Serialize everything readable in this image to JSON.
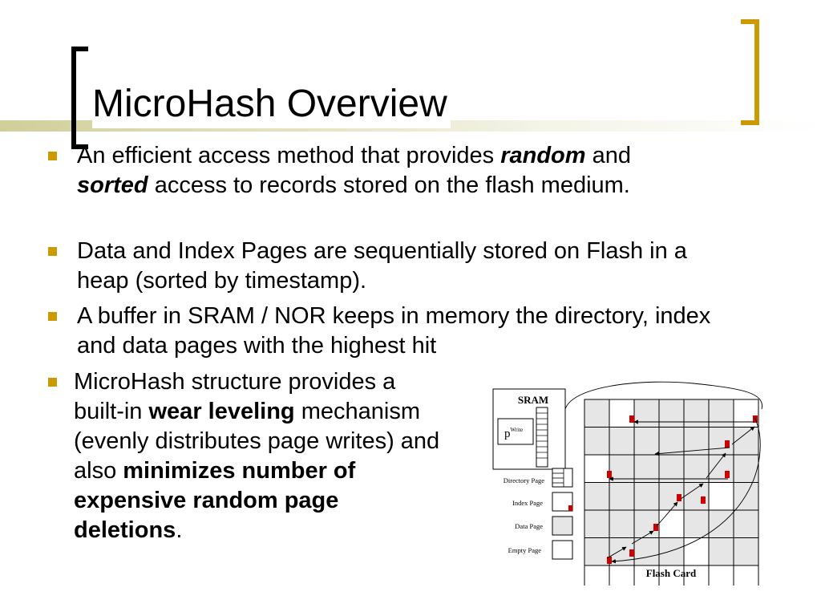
{
  "slide": {
    "title": "MicroHash Overview",
    "bullets": [
      {
        "pre": "An efficient access method that provides ",
        "em1": "random",
        "mid": " and ",
        "em2": "sorted",
        "post": " access to records stored on the flash medium."
      },
      {
        "text": "Data and Index Pages are sequentially stored on Flash in a heap (sorted by timestamp)."
      },
      {
        "text": "A buffer in SRAM / NOR keeps in memory the directory, index and data pages with the highest hit"
      },
      {
        "pre": "MicroHash structure provides a built-in ",
        "bold1": "wear leveling",
        "mid": " mechanism (evenly distributes page writes) and also ",
        "bold2": "minimizes number of expensive random page deletions",
        "post": "."
      }
    ]
  },
  "diagram": {
    "sram_label": "SRAM",
    "pwrite_p": "p",
    "pwrite_sup": "Write",
    "legend": [
      "Directory Page",
      "Index Page",
      "Data Page",
      "Empty Page"
    ],
    "flash_label": "Flash Card"
  },
  "colors": {
    "accent": "#cc9900",
    "marker": "#cc0000",
    "grid_fill": "#e6e6e6"
  }
}
